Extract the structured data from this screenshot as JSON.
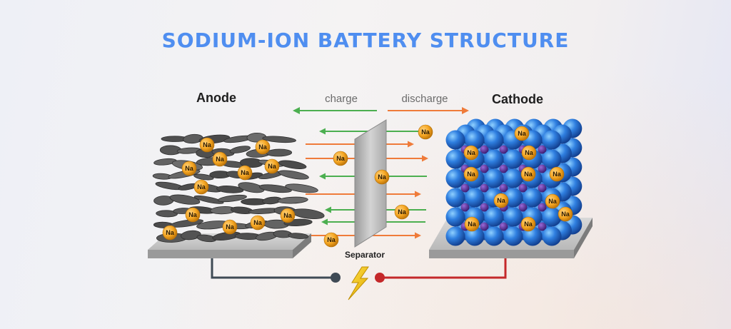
{
  "title": "SODIUM-ION BATTERY STRUCTURE",
  "labels": {
    "anode": "Anode",
    "cathode": "Cathode",
    "charge": "charge",
    "discharge": "discharge",
    "separator": "Separator",
    "ion": "Na"
  },
  "colors": {
    "title": "#4f8ef0",
    "charge_arrow": "#4caf50",
    "discharge_arrow": "#ef7b3a",
    "ion": "#f5a623",
    "cathode_sphere": "#2f7fe0",
    "cathode_small_sphere": "#5b2d9c",
    "anode_flake": "#5a5a5a",
    "negative_wire": "#3f4a55",
    "positive_wire": "#c4282a",
    "lightning": "#f4c20d"
  }
}
